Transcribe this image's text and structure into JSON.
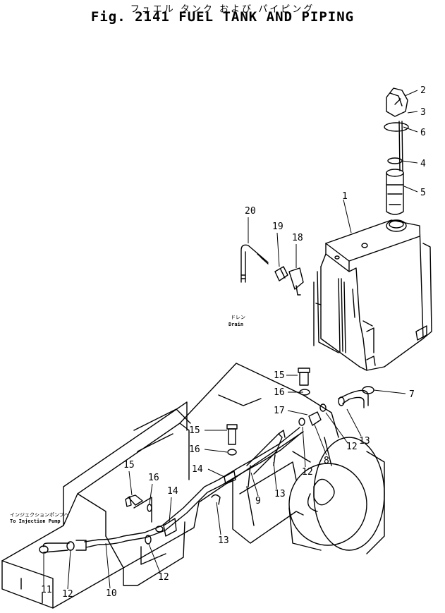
{
  "title": {
    "japanese": "フュエル タンク および パイピング",
    "english": "Fig. 2141 FUEL TANK AND PIPING"
  },
  "annotations": {
    "drain_jp": "ドレン",
    "drain_en": "Drain",
    "injection_jp": "インジェクションポンプへ",
    "injection_en": "To Injection Pump"
  },
  "part_labels": [
    {
      "text": "1"
    },
    {
      "text": "2"
    },
    {
      "text": "3"
    },
    {
      "text": "6"
    },
    {
      "text": "4"
    },
    {
      "text": "5"
    },
    {
      "text": "20"
    },
    {
      "text": "19"
    },
    {
      "text": "18"
    },
    {
      "text": "15"
    },
    {
      "text": "16"
    },
    {
      "text": "7"
    },
    {
      "text": "17"
    },
    {
      "text": "13"
    },
    {
      "text": "12"
    },
    {
      "text": "8"
    },
    {
      "text": "12"
    },
    {
      "text": "15"
    },
    {
      "text": "16"
    },
    {
      "text": "14"
    },
    {
      "text": "13"
    },
    {
      "text": "9"
    },
    {
      "text": "15"
    },
    {
      "text": "16"
    },
    {
      "text": "14"
    },
    {
      "text": "13"
    },
    {
      "text": "12"
    },
    {
      "text": "11"
    },
    {
      "text": "12"
    },
    {
      "text": "10"
    }
  ]
}
